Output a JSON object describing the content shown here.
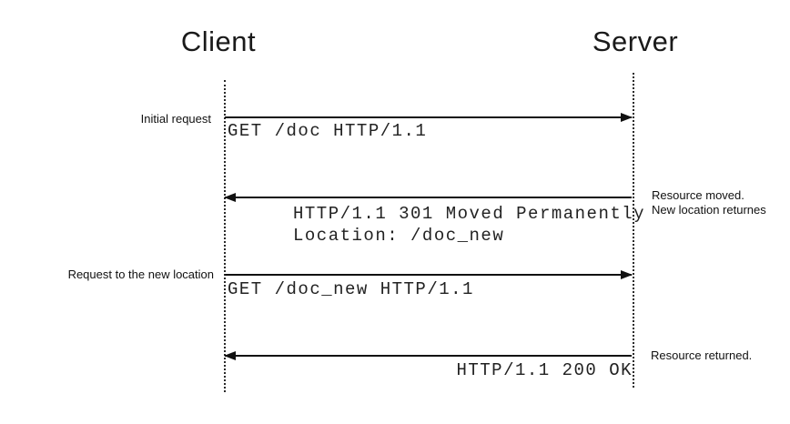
{
  "diagram": {
    "actors": [
      {
        "name": "Client"
      },
      {
        "name": "Server"
      }
    ],
    "colors": {
      "background": "#ffffff",
      "line": "#111111",
      "text": "#222222"
    },
    "messages": [
      {
        "direction": "client-to-server",
        "side_label": "Initial request",
        "text": "GET /doc HTTP/1.1"
      },
      {
        "direction": "server-to-client",
        "side_label_line1": "Resource moved.",
        "side_label_line2": "New location returnes",
        "text_line1": "HTTP/1.1 301 Moved Permanently",
        "text_line2": "Location: /doc_new"
      },
      {
        "direction": "client-to-server",
        "side_label": "Request to the new location",
        "text": "GET /doc_new HTTP/1.1"
      },
      {
        "direction": "server-to-client",
        "side_label": "Resource returned.",
        "text": "HTTP/1.1 200 OK"
      }
    ]
  }
}
